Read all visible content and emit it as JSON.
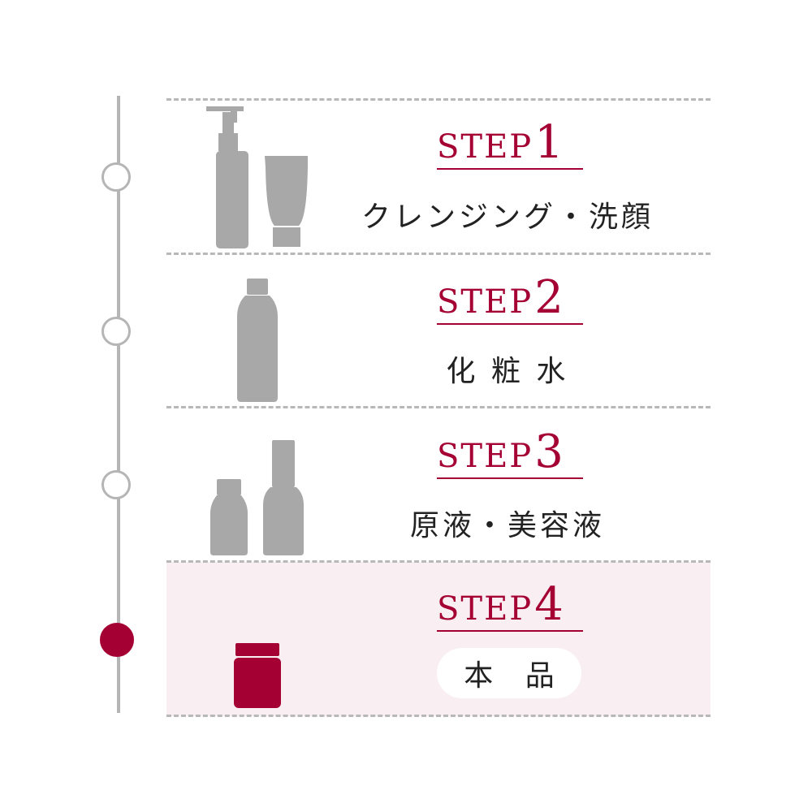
{
  "steps": [
    {
      "word": "STEP",
      "number": "1",
      "label": "クレンジング・洗顔",
      "icon": "pump-bottle-and-tube-icon",
      "active": false
    },
    {
      "word": "STEP",
      "number": "2",
      "label": "化 粧 水",
      "icon": "lotion-bottle-icon",
      "active": false
    },
    {
      "word": "STEP",
      "number": "3",
      "label": "原液・美容液",
      "icon": "serum-bottles-icon",
      "active": false
    },
    {
      "word": "STEP",
      "number": "4",
      "label": "本 品",
      "icon": "supplement-jar-icon",
      "active": true
    }
  ],
  "colors": {
    "accent": "#a50034",
    "icon_gray": "#a8a8a8",
    "line_gray": "#b5b5b5",
    "highlight_bg": "#f9eff2"
  }
}
